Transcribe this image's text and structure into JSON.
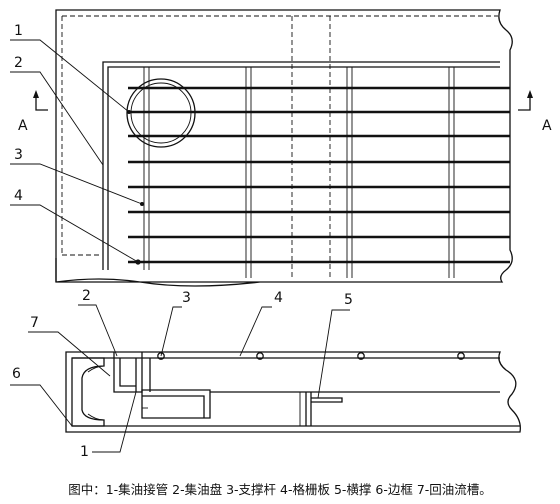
{
  "labels": {
    "top": [
      "1",
      "2",
      "3",
      "4"
    ],
    "section_marks": [
      "A",
      "A"
    ],
    "bottom": [
      "1",
      "2",
      "3",
      "4",
      "5",
      "6",
      "7"
    ]
  },
  "caption": "图中：1-集油接管 2-集油盘 3-支撑杆 4-格栅板 5-横撑 6-边框 7-回油流槽。"
}
